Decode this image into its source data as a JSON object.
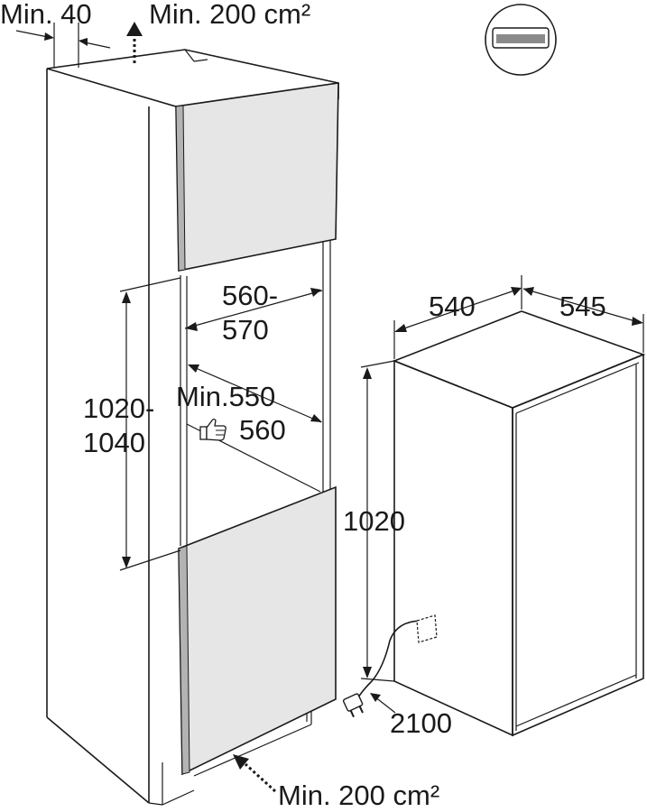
{
  "diagram": {
    "labels": {
      "top_gap": "Min. 40",
      "top_vent": "Min. 200 cm²",
      "niche_width_1": "560-",
      "niche_width_2": "570",
      "depth_min": "Min.550",
      "depth_rec": "560",
      "niche_height_1": "1020-",
      "niche_height_2": "1040",
      "appliance_width": "540",
      "appliance_depth": "545",
      "appliance_height": "1020",
      "cable_length": "2100",
      "bottom_vent": "Min. 200 cm²"
    },
    "icons": {
      "thumb": "thumbs-up-icon",
      "vent": "ventilation-grille-icon",
      "plug": "power-plug-icon",
      "socket": "wall-socket-icon"
    },
    "colors": {
      "line": "#1a1a1a",
      "door_face": "#e6e6e6",
      "door_edge": "#b3b3b3",
      "grille": "#8a8a8a"
    }
  }
}
